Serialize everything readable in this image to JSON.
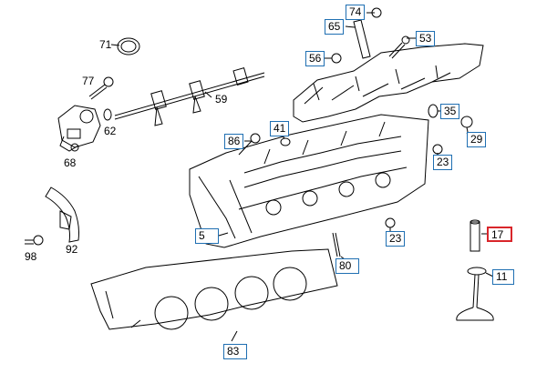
{
  "diagram": {
    "colors": {
      "link_box": "#1f6fb2",
      "selected_box": "#d9262b",
      "line": "#000000"
    },
    "parts": [
      {
        "id": "p74",
        "label": "74",
        "boxed": true,
        "selected": false
      },
      {
        "id": "p65",
        "label": "65",
        "boxed": true,
        "selected": false
      },
      {
        "id": "p53",
        "label": "53",
        "boxed": true,
        "selected": false
      },
      {
        "id": "p56",
        "label": "56",
        "boxed": true,
        "selected": false
      },
      {
        "id": "p35",
        "label": "35",
        "boxed": true,
        "selected": false
      },
      {
        "id": "p29",
        "label": "29",
        "boxed": true,
        "selected": false
      },
      {
        "id": "p41",
        "label": "41",
        "boxed": true,
        "selected": false
      },
      {
        "id": "p86",
        "label": "86",
        "boxed": true,
        "selected": false
      },
      {
        "id": "p23a",
        "label": "23",
        "boxed": true,
        "selected": false
      },
      {
        "id": "p23b",
        "label": "23",
        "boxed": true,
        "selected": false
      },
      {
        "id": "p5",
        "label": "5",
        "boxed": true,
        "selected": false
      },
      {
        "id": "p17",
        "label": "17",
        "boxed": true,
        "selected": true
      },
      {
        "id": "p11",
        "label": "11",
        "boxed": true,
        "selected": false
      },
      {
        "id": "p80",
        "label": "80",
        "boxed": true,
        "selected": false
      },
      {
        "id": "p83",
        "label": "83",
        "boxed": true,
        "selected": false
      },
      {
        "id": "p71",
        "label": "71",
        "boxed": false,
        "selected": false
      },
      {
        "id": "p77",
        "label": "77",
        "boxed": false,
        "selected": false
      },
      {
        "id": "p59",
        "label": "59",
        "boxed": false,
        "selected": false
      },
      {
        "id": "p62",
        "label": "62",
        "boxed": false,
        "selected": false
      },
      {
        "id": "p68",
        "label": "68",
        "boxed": false,
        "selected": false
      },
      {
        "id": "p92",
        "label": "92",
        "boxed": false,
        "selected": false
      },
      {
        "id": "p98",
        "label": "98",
        "boxed": false,
        "selected": false
      }
    ]
  }
}
